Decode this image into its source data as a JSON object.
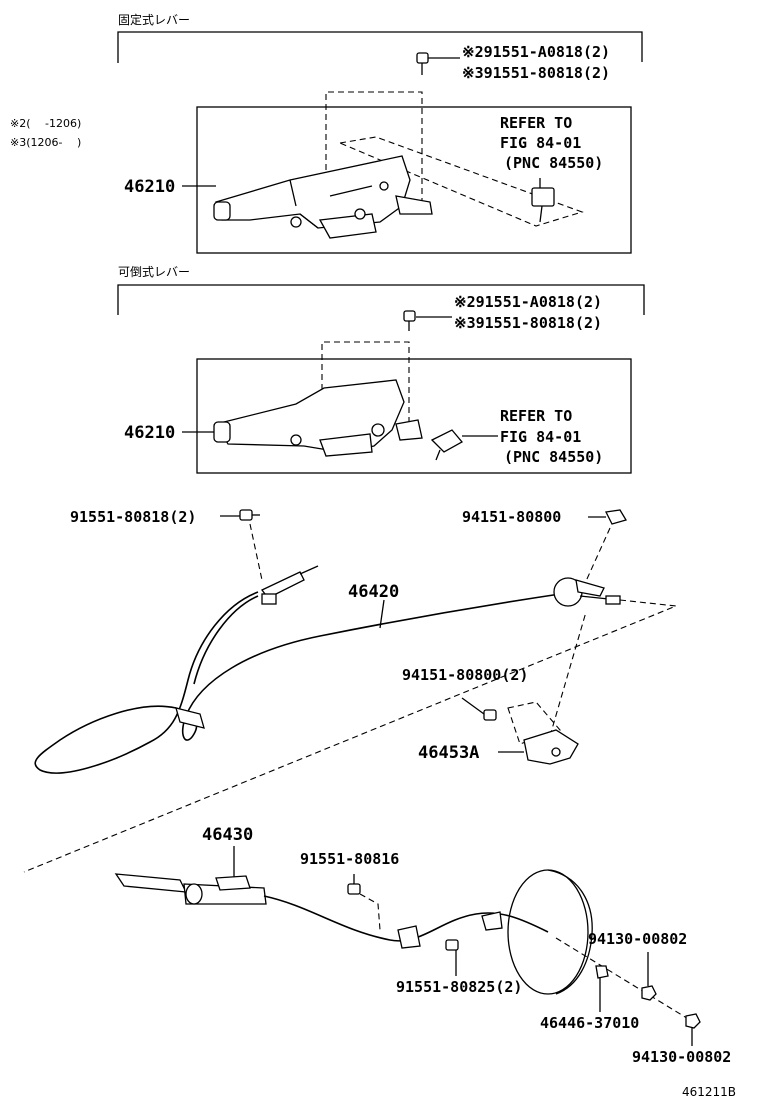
{
  "section_fixed": {
    "title": "固定式レバー",
    "bolt_1": "※291551-A0818(2)",
    "bolt_2": "※391551-80818(2)",
    "note_1": "※2(　 -1206)",
    "note_2": "※3(1206-　 )",
    "lever_part": "46210",
    "refer_1": "REFER TO",
    "refer_2": "FIG 84-01",
    "refer_3": "(PNC 84550)"
  },
  "section_tilt": {
    "title": "可倒式レバー",
    "bolt_1": "※291551-A0818(2)",
    "bolt_2": "※391551-80818(2)",
    "lever_part": "46210",
    "refer_1": "REFER TO",
    "refer_2": "FIG 84-01",
    "refer_3": "(PNC 84550)"
  },
  "cable_section": {
    "bolt_left": "91551-80818(2)",
    "clip_right": "94151-80800",
    "cable_part": "46420",
    "bolt_bracket": "94151-80800(2)",
    "bracket_part": "46453A"
  },
  "rear_section": {
    "cable_part": "46430",
    "bolt_top": "91551-80816",
    "bolt_bottom": "91551-80825(2)",
    "nut_top": "94130-00802",
    "collar": "46446-37010",
    "nut_bottom": "94130-00802"
  },
  "figure_id": "461211B",
  "icons": [
    "bolt-icon",
    "clip-icon",
    "nut-icon",
    "switch-icon"
  ]
}
